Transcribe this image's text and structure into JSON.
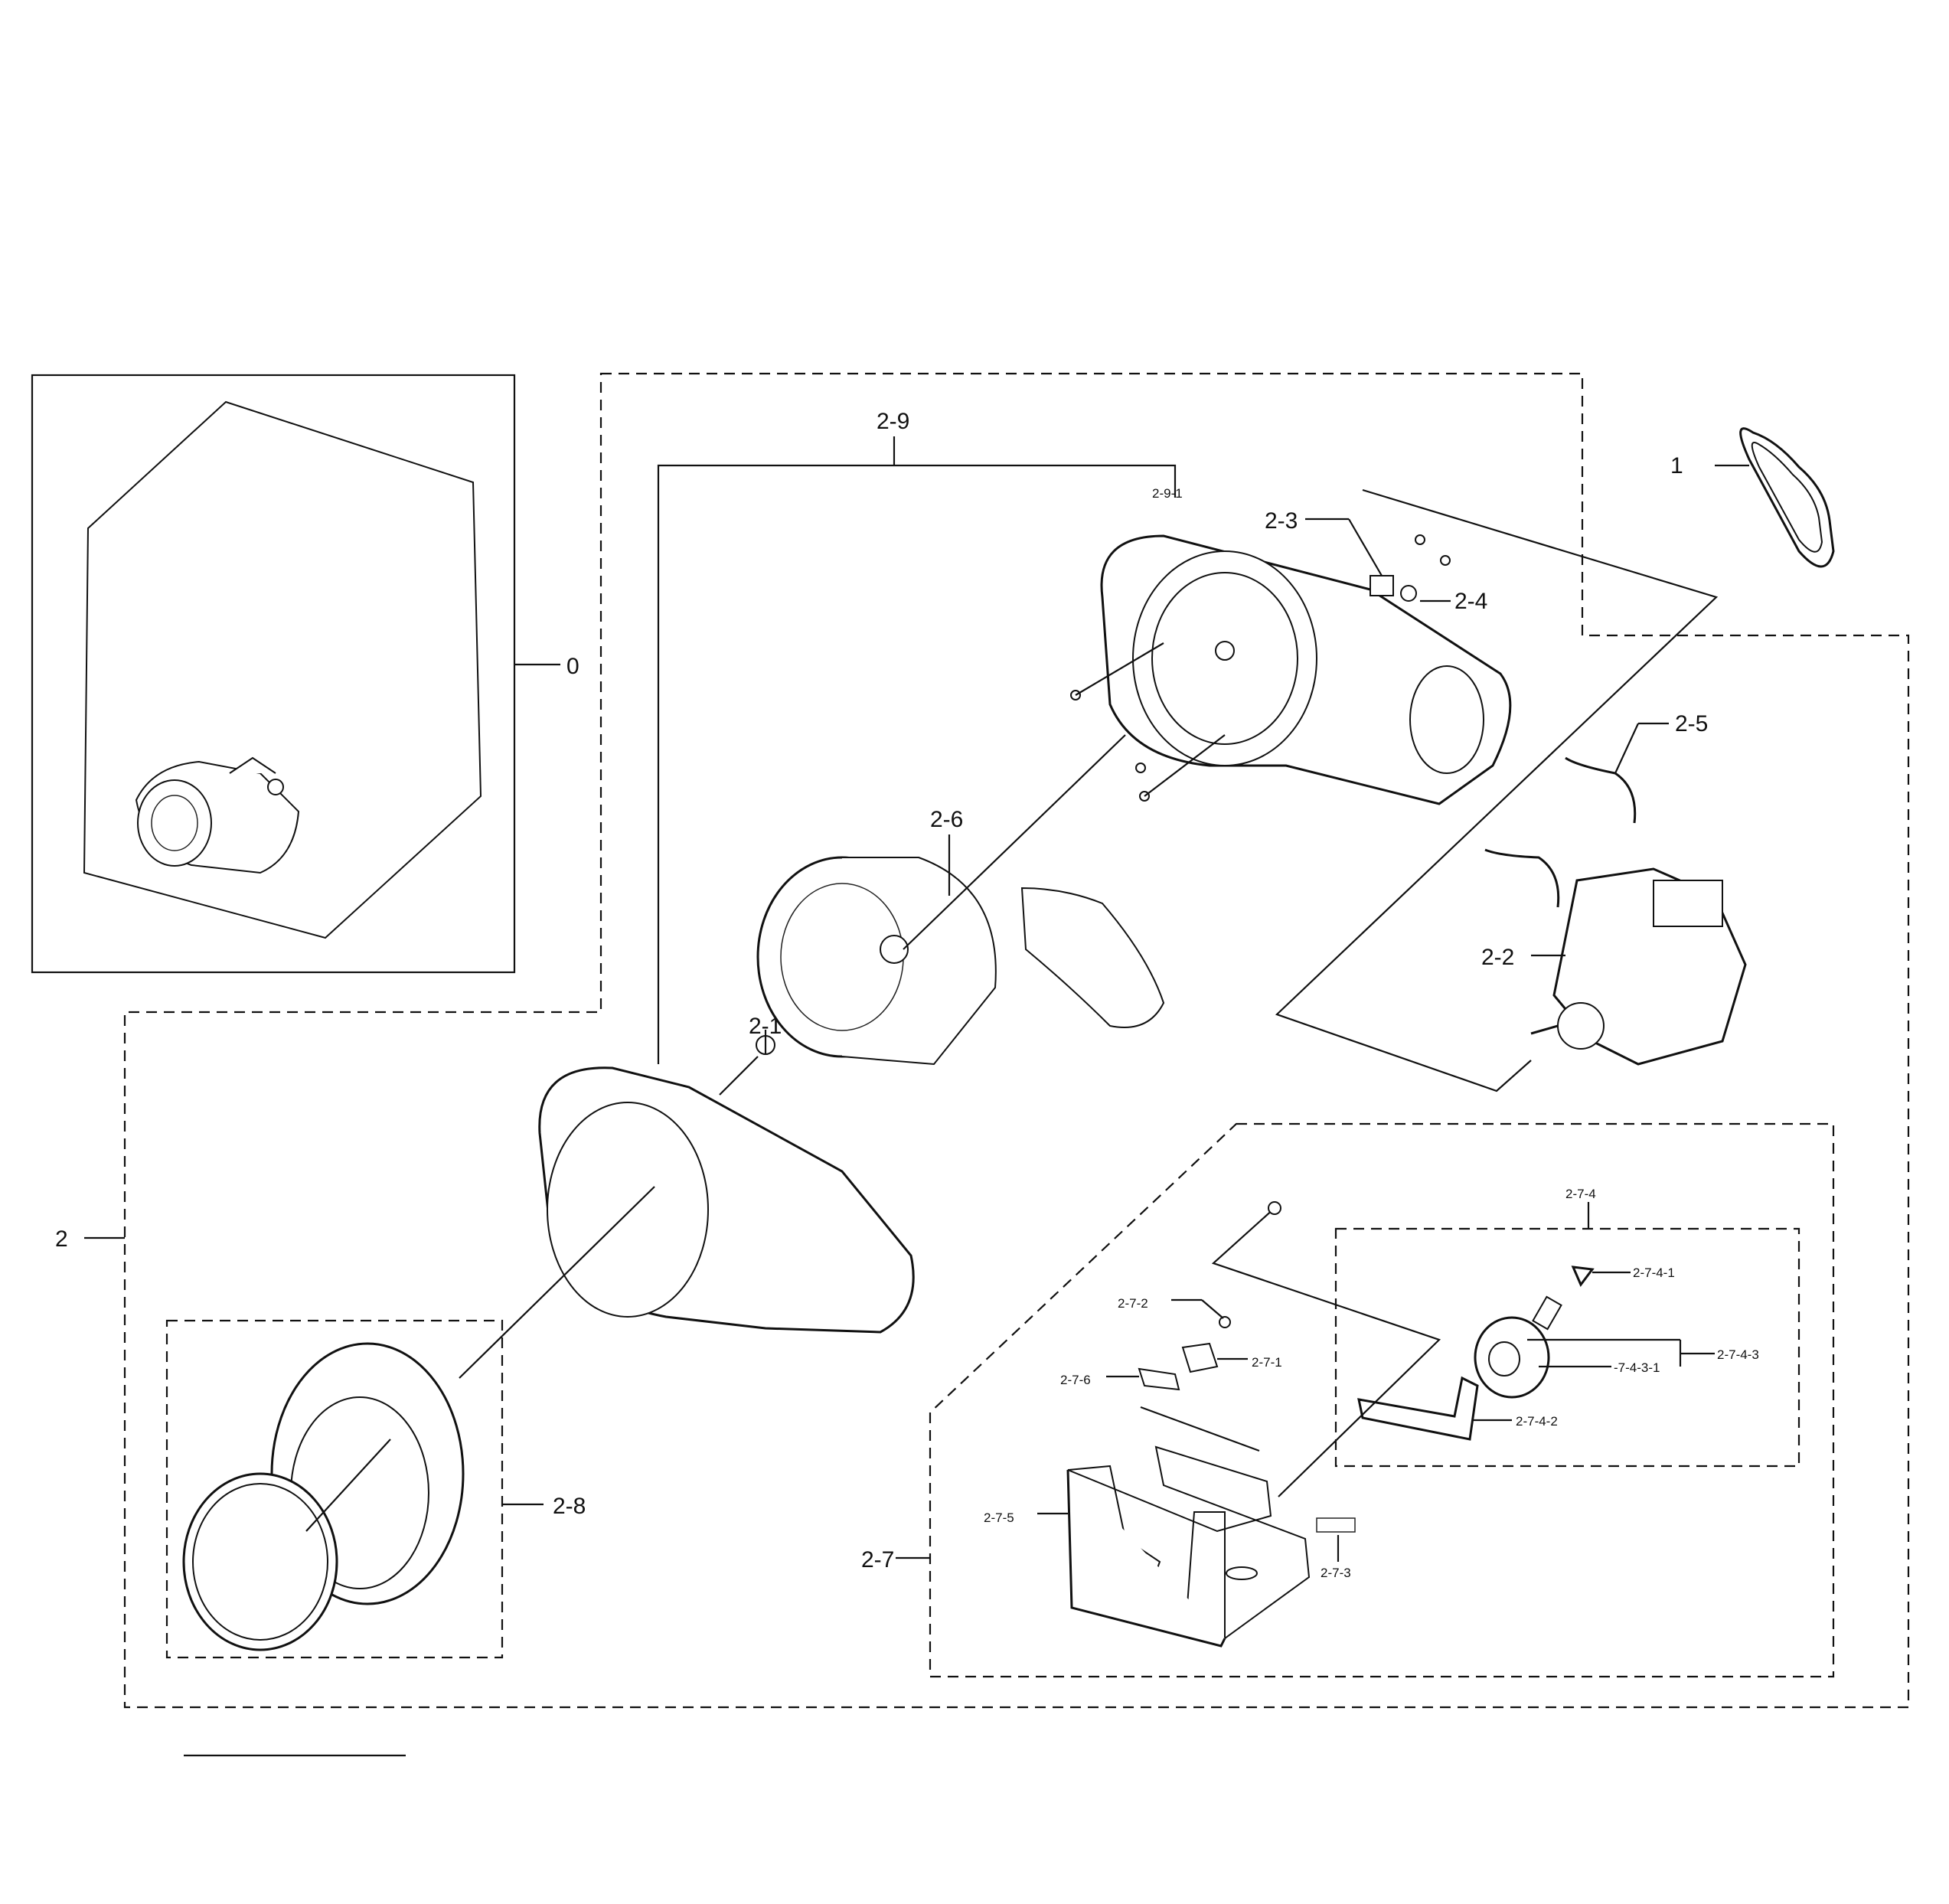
{
  "labels": {
    "l0": "0",
    "l1": "1",
    "l2": "2",
    "l2_1": "2-1",
    "l2_2": "2-2",
    "l2_3": "2-3",
    "l2_4": "2-4",
    "l2_5": "2-5",
    "l2_6": "2-6",
    "l2_7": "2-7",
    "l2_7_1": "2-7-1",
    "l2_7_2": "2-7-2",
    "l2_7_3": "2-7-3",
    "l2_7_4": "2-7-4",
    "l2_7_4_1": "2-7-4-1",
    "l2_7_4_2": "2-7-4-2",
    "l2_7_4_3": "2-7-4-3",
    "l2_7_4_3_1": "-7-4-3-1",
    "l2_7_5": "2-7-5",
    "l2_7_6": "2-7-6",
    "l2_8": "2-8",
    "l2_9": "2-9",
    "l2_9_1": "2-9-1"
  }
}
